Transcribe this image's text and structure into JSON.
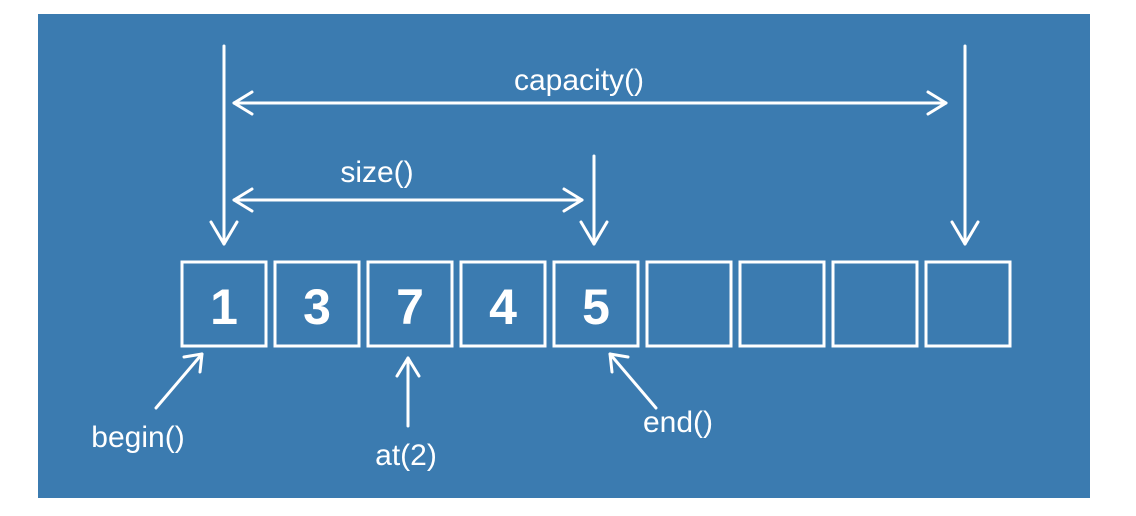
{
  "colors": {
    "background": "#3b7bb0",
    "foreground": "#ffffff"
  },
  "labels": {
    "capacity": "capacity()",
    "size": "size()",
    "begin": "begin()",
    "at": "at(2)",
    "end": "end()"
  },
  "cells": [
    {
      "value": "1"
    },
    {
      "value": "3"
    },
    {
      "value": "7"
    },
    {
      "value": "4"
    },
    {
      "value": "5"
    },
    {
      "value": ""
    },
    {
      "value": ""
    },
    {
      "value": ""
    },
    {
      "value": ""
    }
  ]
}
